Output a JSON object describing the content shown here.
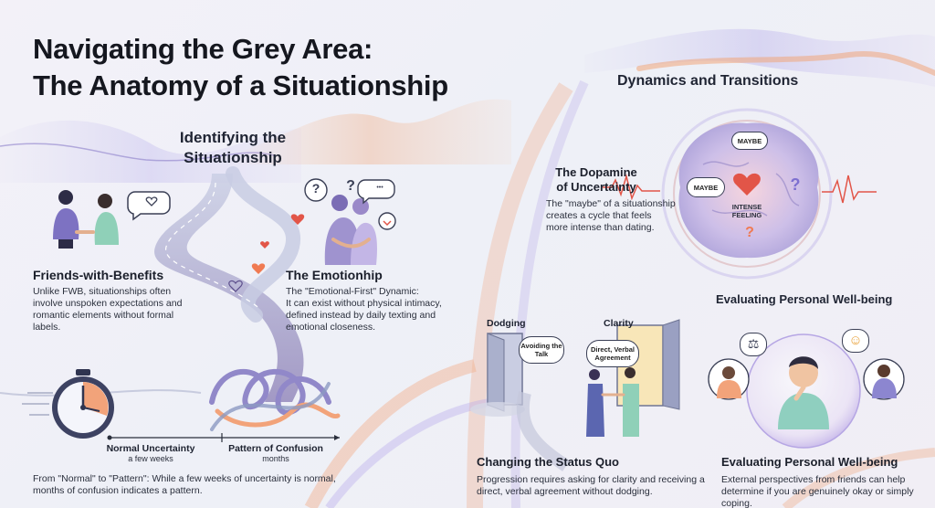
{
  "title": {
    "line1": "Navigating the Grey Area:",
    "line2": "The Anatomy of a Situationship"
  },
  "identifying": {
    "heading_line1": "Identifying the",
    "heading_line2": "Situationship"
  },
  "fwb": {
    "title": "Friends-with-Benefits",
    "text": "Unlike FWB, situationships often involve unspoken expectations and romantic elements without formal labels."
  },
  "emotionship": {
    "title": "The Emotionhip",
    "line1": "The \"Emotional-First\" Dynamic:",
    "text": "It can exist without physical intimacy, defined instead by daily texting and emotional closeness."
  },
  "uncertainty": {
    "normal_label": "Normal Uncertainty",
    "normal_sub": "a few weeks",
    "pattern_label": "Pattern of Confusion",
    "pattern_sub": "months",
    "text": "From \"Normal\" to \"Pattern\": While a few weeks of uncertainty is normal, months of confusion indicates a pattern."
  },
  "dynamics": {
    "heading": "Dynamics and Transitions"
  },
  "dopamine": {
    "title_line1": "The Dopamine",
    "title_line2": "of Uncertainty",
    "text": "The \"maybe\" of a situationship creates a cycle that feels more intense than dating.",
    "bubble_top": "MAYBE",
    "bubble_left": "MAYBE",
    "center_label_line1": "INTENSE",
    "center_label_line2": "FEELING"
  },
  "status_quo": {
    "dodging_label": "Dodging",
    "clarity_label": "Clarity",
    "avoid_bubble": "Avoiding the Talk",
    "agree_bubble": "Direct, Verbal Agreement",
    "title": "Changing the Status Quo",
    "text": "Progression requires asking for clarity and receiving a direct, verbal agreement without dodging."
  },
  "wellbeing": {
    "heading": "Evaluating Personal Well-being",
    "title": "Evaluating Personal Well-being",
    "text": "External perspectives from friends can help determine if you are genuinely okay or simply coping."
  },
  "glyphs": {
    "question": "?",
    "dots": "•••",
    "smile": "☺",
    "scales": "⚖"
  },
  "colors": {
    "accent_orange": "#ee9a6a",
    "accent_purple": "#9d8fd4",
    "heart_red": "#e25548",
    "path_blue": "#7f8fb8"
  }
}
